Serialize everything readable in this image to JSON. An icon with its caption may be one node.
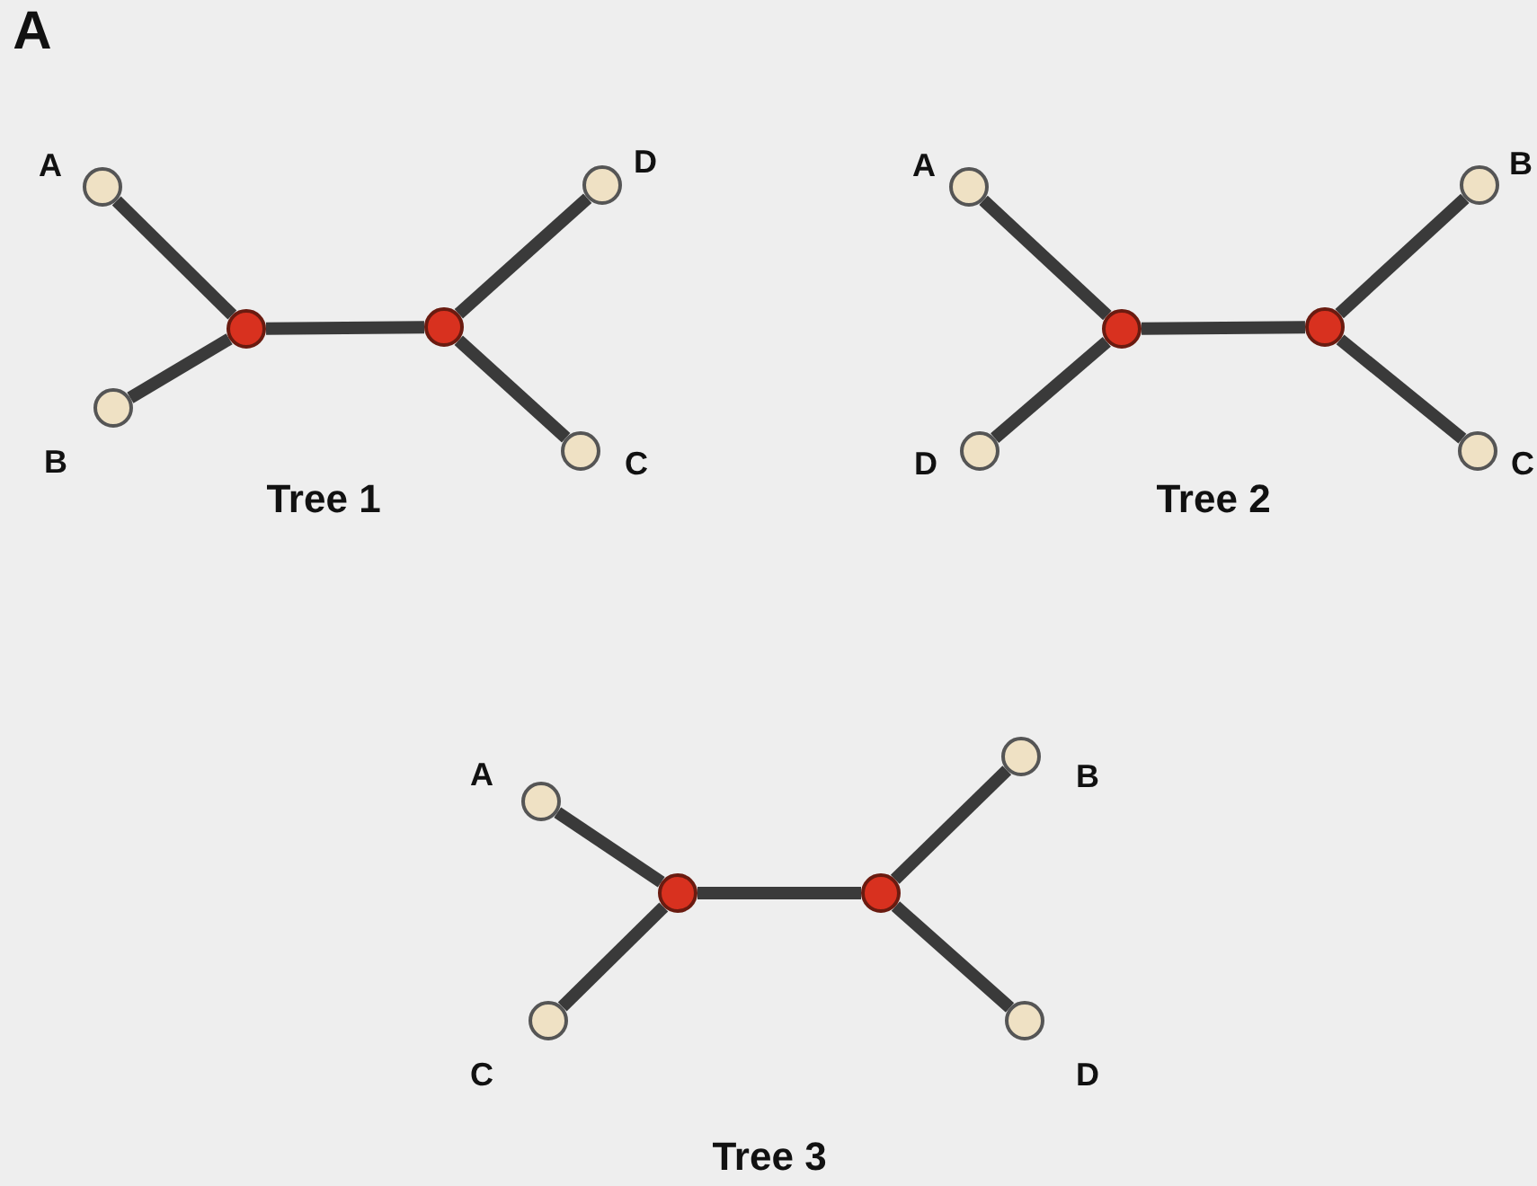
{
  "diagram": {
    "nodes": [
      {
        "text": [],
        "shape": "circle",
        "beside": [
          "A"
        ]
      },
      {
        "text": [],
        "shape": "circle",
        "beside": [
          "D"
        ]
      },
      {
        "text": [],
        "shape": "circle"
      },
      {
        "text": [],
        "shape": "circle"
      },
      {
        "text": [],
        "shape": "circle",
        "beside": [
          "B"
        ]
      },
      {
        "text": [],
        "shape": "circle",
        "beside": [
          "C"
        ]
      },
      {
        "text": [],
        "shape": "circle",
        "beside": [
          "A"
        ]
      },
      {
        "text": [],
        "shape": "circle",
        "beside": [
          "B"
        ]
      },
      {
        "text": [],
        "shape": "circle"
      },
      {
        "text": [],
        "shape": "circle"
      },
      {
        "text": [],
        "shape": "circle",
        "beside": [
          "D"
        ]
      },
      {
        "text": [],
        "shape": "circle",
        "beside": [
          "C"
        ]
      },
      {
        "text": [],
        "shape": "circle",
        "beside": [
          "A"
        ]
      },
      {
        "text": [],
        "shape": "circle",
        "beside": [
          "B"
        ]
      },
      {
        "text": [],
        "shape": "circle"
      },
      {
        "text": [],
        "shape": "circle"
      },
      {
        "text": [],
        "shape": "circle",
        "beside": [
          "C"
        ]
      },
      {
        "text": [],
        "shape": "circle",
        "beside": [
          "D"
        ]
      }
    ],
    "edges": [
      {
        "from": 0,
        "to": 2,
        "arrow": "none"
      },
      {
        "from": 4,
        "to": 2,
        "arrow": "none"
      },
      {
        "from": 2,
        "to": 3,
        "arrow": "none"
      },
      {
        "from": 3,
        "to": 1,
        "arrow": "none"
      },
      {
        "from": 3,
        "to": 5,
        "arrow": "none"
      },
      {
        "from": 6,
        "to": 8,
        "arrow": "none"
      },
      {
        "from": 10,
        "to": 8,
        "arrow": "none"
      },
      {
        "from": 8,
        "to": 9,
        "arrow": "none"
      },
      {
        "from": 9,
        "to": 7,
        "arrow": "none"
      },
      {
        "from": 9,
        "to": 11,
        "arrow": "none"
      },
      {
        "from": 12,
        "to": 14,
        "arrow": "none"
      },
      {
        "from": 16,
        "to": 14,
        "arrow": "none"
      },
      {
        "from": 14,
        "to": 15,
        "arrow": "none"
      },
      {
        "from": 15,
        "to": 13,
        "arrow": "none"
      },
      {
        "from": 15,
        "to": 17,
        "arrow": "none"
      }
    ],
    "labels": [
      "A",
      "Tree 1",
      "Tree 2",
      "Tree 3"
    ]
  }
}
